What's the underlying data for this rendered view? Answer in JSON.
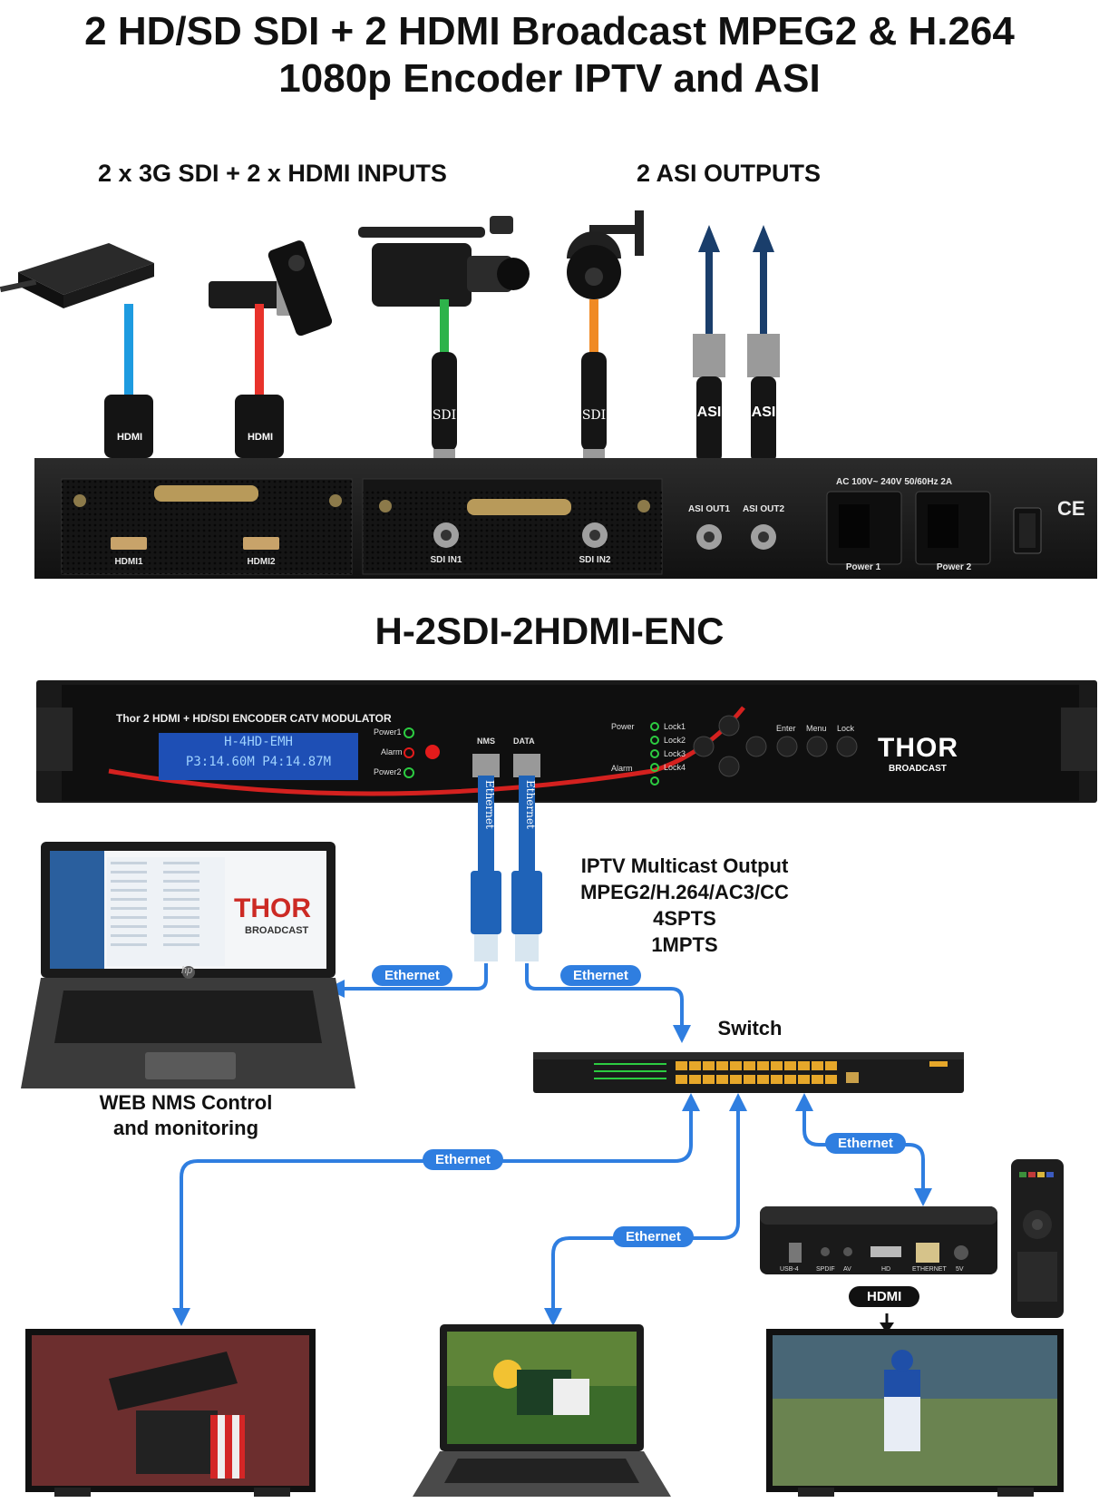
{
  "title_line1": "2 HD/SD SDI + 2 HDMI Broadcast MPEG2 & H.264",
  "title_line2": "1080p Encoder IPTV and ASI",
  "inputs_heading": "2 x 3G SDI + 2 x HDMI INPUTS",
  "outputs_heading": "2 ASI OUTPUTS",
  "rear_panel": {
    "hdmi1": "HDMI1",
    "hdmi2": "HDMI2",
    "sdi_in1": "SDI IN1",
    "sdi_in2": "SDI IN2",
    "asi_out1": "ASI OUT1",
    "asi_out2": "ASI OUT2",
    "ac_rating": "AC 100V~ 240V  50/60Hz 2A",
    "power1": "Power 1",
    "power2": "Power 2",
    "ce_mark": "CE"
  },
  "cable_labels": {
    "hdmi_a": "HDMI",
    "hdmi_b": "HDMI",
    "sdi_a": "SDI",
    "sdi_b": "SDI",
    "asi_a": "ASI",
    "asi_b": "ASI"
  },
  "model_name": "H-2SDI-2HDMI-ENC",
  "front_panel": {
    "device_title": "Thor 2 HDMI + HD/SDI ENCODER CATV MODULATOR",
    "lcd_line1": "H-4HD-EMH",
    "lcd_line2": "P3:14.60M P4:14.87M",
    "power1": "Power1",
    "alarm": "Alarm",
    "power2": "Power2",
    "nms_port": "NMS",
    "data_port": "DATA",
    "power": "Power",
    "alarm2": "Alarm",
    "lock1": "Lock1",
    "lock2": "Lock2",
    "lock3": "Lock3",
    "lock4": "Lock4",
    "enter": "Enter",
    "menu": "Menu",
    "lock": "Lock",
    "brand_main": "THOR",
    "brand_sub": "BROADCAST"
  },
  "ethernet_cable_text": "Ethernet",
  "iptv_output": {
    "line1": "IPTV Multicast Output",
    "line2": "MPEG2/H.264/AC3/CC",
    "line3": "4SPTS",
    "line4": "1MPTS"
  },
  "laptop_brand_main": "THOR",
  "laptop_brand_sub": "BROADCAST",
  "laptop_logo": "hp",
  "web_nms": {
    "line1": "WEB NMS Control",
    "line2": "and monitoring"
  },
  "switch_label": "Switch",
  "links": {
    "eth_nms": "Ethernet",
    "eth_data": "Ethernet",
    "eth_tv1": "Ethernet",
    "eth_laptop2": "Ethernet",
    "eth_stb": "Ethernet",
    "hdmi_stb": "HDMI"
  },
  "stb_ports": {
    "usb": "USB-4",
    "spdif": "SPDIF",
    "av": "AV",
    "hd": "HD",
    "ethernet": "ETHERNET",
    "dc": "5V"
  },
  "colors": {
    "accent_blue": "#2f7ee0",
    "arrow_navy": "#1a3e6b",
    "cable_blue": "#1e9be0",
    "cable_red": "#e8322b",
    "cable_green": "#2db34a",
    "cable_orange": "#f08a24",
    "chassis": "#1c1c1c"
  }
}
